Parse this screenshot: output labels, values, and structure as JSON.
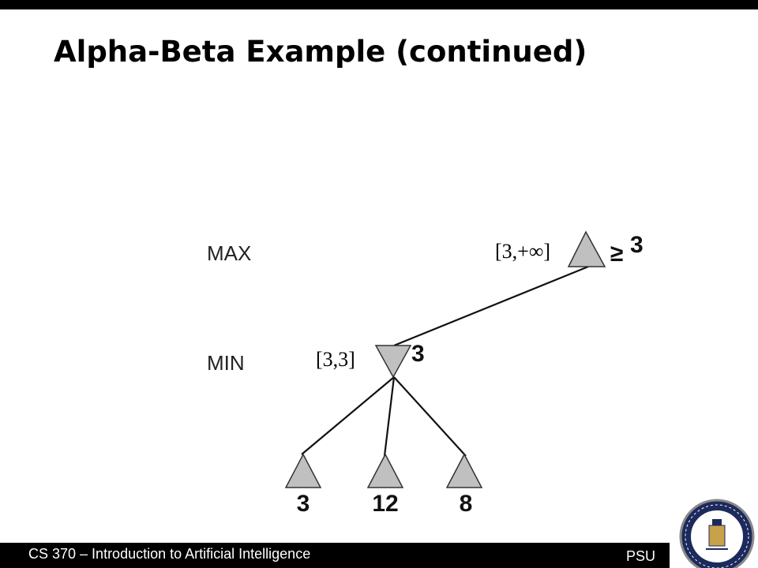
{
  "slide": {
    "title": "Alpha-Beta Example (continued)"
  },
  "diagram": {
    "levels": {
      "max": "MAX",
      "min": "MIN"
    },
    "max_node": {
      "symbol": "≥",
      "value": "3",
      "interval": "[3,+∞]"
    },
    "min_node": {
      "value": "3",
      "interval": "[3,3]"
    },
    "leaves": [
      "3",
      "12",
      "8"
    ]
  },
  "footer": {
    "course": "CS 370 – Introduction to Artificial Intelligence",
    "org": "PSU"
  },
  "colors": {
    "node_fill": "#c0c0c0",
    "bars": "#000000",
    "seal_blue": "#1c2a5c"
  }
}
